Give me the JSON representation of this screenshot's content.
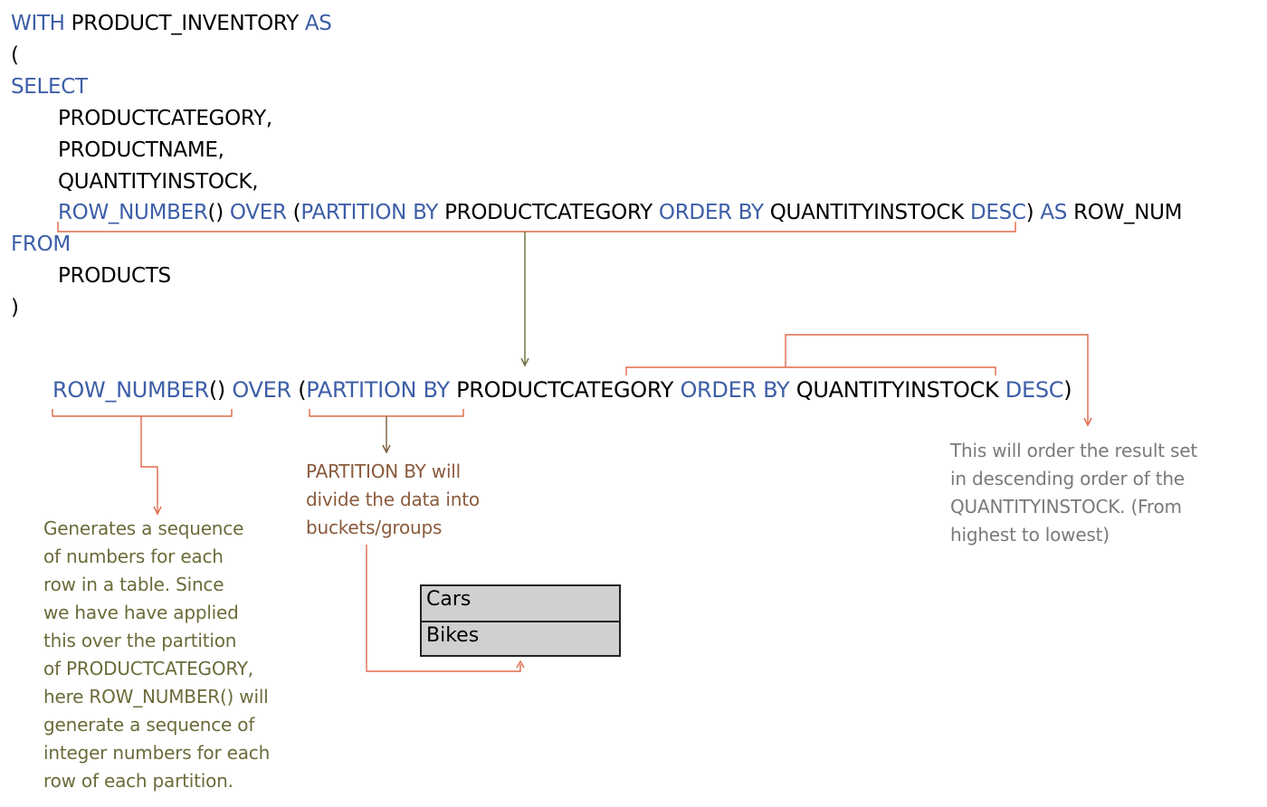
{
  "sql": {
    "l1_kw1": "WITH",
    "l1_name": " PRODUCT_INVENTORY ",
    "l1_kw2": "AS",
    "l2": "(",
    "l3_kw": "SELECT",
    "l4": "PRODUCTCATEGORY,",
    "l5": "PRODUCTNAME,",
    "l6": "QUANTITYINSTOCK,",
    "l7": {
      "fn": "ROW_NUMBER",
      "paren": "()",
      "over": "OVER",
      "open": "(",
      "partition_by": "PARTITION BY",
      "category": "PRODUCTCATEGORY",
      "order_by": "ORDER BY",
      "qty": "QUANTITYINSTOCK",
      "desc": "DESC",
      "close": ")",
      "as": "AS",
      "alias": "ROW_NUM"
    },
    "l8_kw": "FROM",
    "l9": "PRODUCTS",
    "l10": ")"
  },
  "zoom": {
    "fn": "ROW_NUMBER",
    "paren": "()",
    "over": "OVER",
    "open": "(",
    "partition_by": "PARTITION BY",
    "category": "PRODUCTCATEGORY",
    "order_by": "ORDER BY",
    "qty": "QUANTITYINSTOCK",
    "desc": "DESC",
    "close": ")"
  },
  "notes": {
    "row_number": "Generates a sequence\nof numbers for each\nrow in a table. Since\nwe have have applied\nthis over the partition\nof PRODUCTCATEGORY,\nhere ROW_NUMBER() will\ngenerate a sequence of\ninteger numbers for each\nrow of each partition.",
    "partition_by": "PARTITION BY will\ndivide the data into\nbuckets/groups",
    "order_by": "This will order the result set\nin descending order of the\nQUANTITYINSTOCK. (From\nhighest to lowest)"
  },
  "buckets": [
    "Cars",
    "Bikes"
  ],
  "colors": {
    "keyword": "#3d5ea8",
    "connector": "#e06a4a",
    "connector_dark": "#7a5a3a"
  }
}
